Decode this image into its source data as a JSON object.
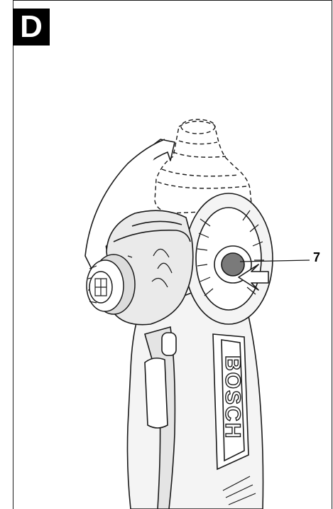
{
  "figure": {
    "panel_letter": "D",
    "callouts": [
      {
        "label": "7",
        "icon": "lock-button-icon"
      }
    ],
    "brand_text": "BOSCH",
    "colors": {
      "line": "#1a1a1a",
      "body_fill": "#f4f4f4",
      "button_fill": "#7a7a7a",
      "arrow_fill": "#ffffff"
    }
  }
}
